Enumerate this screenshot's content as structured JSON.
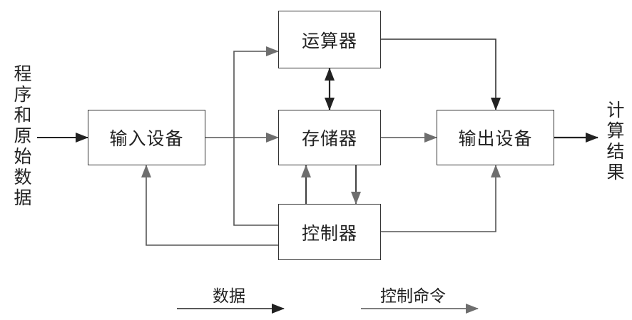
{
  "boxes": {
    "alu": "运算器",
    "memory": "存储器",
    "input": "输入设备",
    "output": "输出设备",
    "control": "控制器"
  },
  "side": {
    "input_text": [
      "程",
      "序",
      "和",
      "原",
      "始",
      "数",
      "据"
    ],
    "output_text": [
      "计",
      "算",
      "结",
      "果"
    ]
  },
  "legend": {
    "data": "数据",
    "control": "控制命令"
  },
  "colors": {
    "data_line": "#333333",
    "control_line": "#555555",
    "data_arrow": "#222222",
    "control_arrow": "#6e6e6e"
  }
}
